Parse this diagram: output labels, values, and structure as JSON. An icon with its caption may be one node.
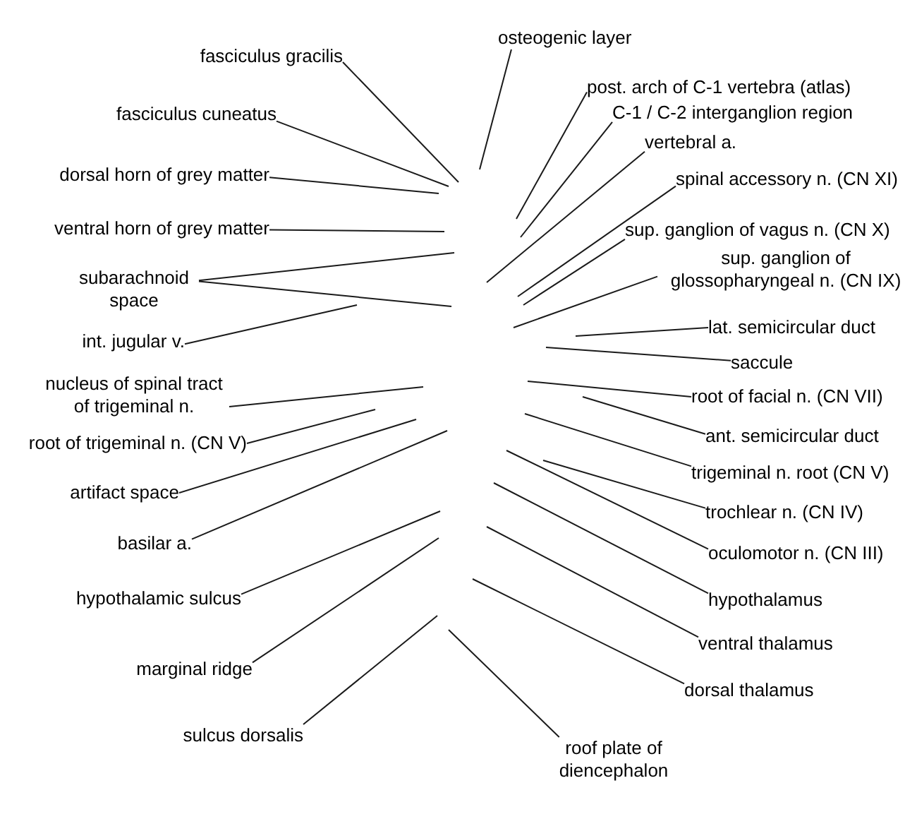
{
  "diagram": {
    "nodes": [
      {
        "text": [
          "fasciculus gracilis"
        ]
      },
      {
        "text": [
          "fasciculus cuneatus"
        ]
      },
      {
        "text": [
          "dorsal horn of grey matter"
        ]
      },
      {
        "text": [
          "ventral horn of grey matter"
        ]
      },
      {
        "text": [
          "subarachnoid space"
        ]
      },
      {
        "text": [
          "int. jugular v."
        ]
      },
      {
        "text": [
          "nucleus of spinal tract of trigeminal n."
        ]
      },
      {
        "text": [
          "root of trigeminal n. (CN V)"
        ]
      },
      {
        "text": [
          "artifact space"
        ]
      },
      {
        "text": [
          "basilar a."
        ]
      },
      {
        "text": [
          "hypothalamic sulcus"
        ]
      },
      {
        "text": [
          "marginal ridge"
        ]
      },
      {
        "text": [
          "sulcus dorsalis"
        ]
      },
      {
        "text": [
          "osteogenic layer"
        ]
      },
      {
        "text": [
          "post. arch of C-1 vertebra (atlas)"
        ]
      },
      {
        "text": [
          "C-1 / C-2 interganglion region"
        ]
      },
      {
        "text": [
          "vertebral a."
        ]
      },
      {
        "text": [
          "spinal accessory n. (CN XI)"
        ]
      },
      {
        "text": [
          "sup. ganglion of vagus n. (CN X)"
        ]
      },
      {
        "text": [
          "sup. ganglion of glossopharyngeal n. (CN IX)"
        ]
      },
      {
        "text": [
          "lat. semicircular duct"
        ]
      },
      {
        "text": [
          "saccule"
        ]
      },
      {
        "text": [
          "root of facial n. (CN VII)"
        ]
      },
      {
        "text": [
          "ant. semicircular duct"
        ]
      },
      {
        "text": [
          "trigeminal n. root (CN V)"
        ]
      },
      {
        "text": [
          "trochlear n. (CN IV)"
        ]
      },
      {
        "text": [
          "oculomotor n. (CN III)"
        ]
      },
      {
        "text": [
          "hypothalamus"
        ]
      },
      {
        "text": [
          "ventral thalamus"
        ]
      },
      {
        "text": [
          "dorsal thalamus"
        ]
      },
      {
        "text": [
          "roof plate of diencephalon"
        ]
      }
    ],
    "edges": [
      {
        "from": 0,
        "to": null,
        "arrow": "none"
      },
      {
        "from": 1,
        "to": null,
        "arrow": "none"
      },
      {
        "from": 2,
        "to": null,
        "arrow": "none"
      },
      {
        "from": 3,
        "to": null,
        "arrow": "none"
      },
      {
        "from": 4,
        "to": null,
        "arrow": "none"
      },
      {
        "from": 4,
        "to": null,
        "arrow": "none"
      },
      {
        "from": 5,
        "to": null,
        "arrow": "none"
      },
      {
        "from": 6,
        "to": null,
        "arrow": "none"
      },
      {
        "from": 7,
        "to": null,
        "arrow": "none"
      },
      {
        "from": 8,
        "to": null,
        "arrow": "none"
      },
      {
        "from": 9,
        "to": null,
        "arrow": "none"
      },
      {
        "from": 10,
        "to": null,
        "arrow": "none"
      },
      {
        "from": 11,
        "to": null,
        "arrow": "none"
      },
      {
        "from": 12,
        "to": null,
        "arrow": "none"
      },
      {
        "from": 13,
        "to": null,
        "arrow": "none"
      },
      {
        "from": 14,
        "to": null,
        "arrow": "none"
      },
      {
        "from": 15,
        "to": null,
        "arrow": "none"
      },
      {
        "from": 16,
        "to": null,
        "arrow": "none"
      },
      {
        "from": 17,
        "to": null,
        "arrow": "none"
      },
      {
        "from": 18,
        "to": null,
        "arrow": "none"
      },
      {
        "from": 19,
        "to": null,
        "arrow": "none"
      },
      {
        "from": 20,
        "to": null,
        "arrow": "none"
      },
      {
        "from": 21,
        "to": null,
        "arrow": "none"
      },
      {
        "from": 22,
        "to": null,
        "arrow": "none"
      },
      {
        "from": 23,
        "to": null,
        "arrow": "none"
      },
      {
        "from": 24,
        "to": null,
        "arrow": "none"
      },
      {
        "from": 25,
        "to": null,
        "arrow": "none"
      },
      {
        "from": 26,
        "to": null,
        "arrow": "none"
      },
      {
        "from": 27,
        "to": null,
        "arrow": "none"
      },
      {
        "from": 28,
        "to": null,
        "arrow": "none"
      },
      {
        "from": 29,
        "to": null,
        "arrow": "none"
      },
      {
        "from": 30,
        "to": null,
        "arrow": "none"
      }
    ]
  }
}
